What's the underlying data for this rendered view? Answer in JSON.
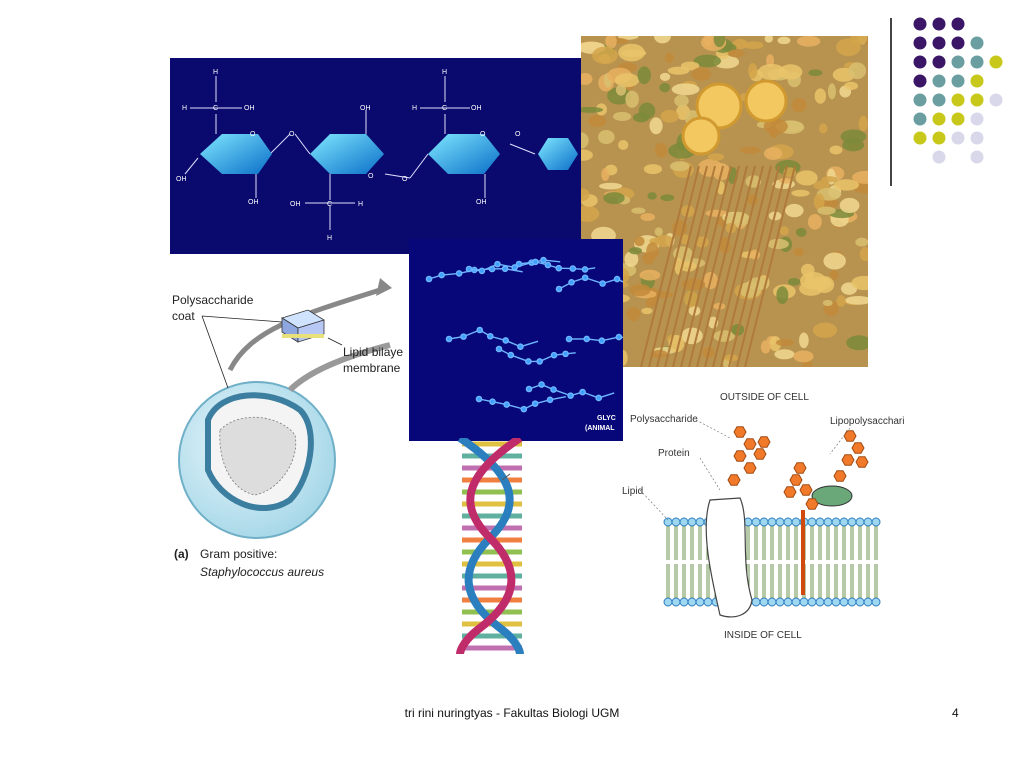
{
  "slide": {
    "footer_text": "tri rini nuringtyas - Fakultas Biologi UGM",
    "page_number": "4"
  },
  "colors": {
    "dot_purple": "#3b1667",
    "dot_teal": "#6a9ea0",
    "dot_yellow": "#c8c81a",
    "dot_lavender": "#d8d8ea"
  },
  "chem_panel": {
    "atom_h": "H",
    "atom_c": "C",
    "atom_o": "O",
    "group_oh": "OH"
  },
  "glyco_panel": {
    "label_line1": "GLYC",
    "label_line2": "(ANIMAL"
  },
  "gram_panel": {
    "coat_label_1": "Polysaccharide",
    "coat_label_2": "coat",
    "membrane_label_1": "Lipid bilaye",
    "membrane_label_2": "membrane",
    "figure_tag": "(a)",
    "caption_1": "Gram positive:",
    "caption_2": "Staphylococcus aureus"
  },
  "membrane_panel": {
    "outside_label": "OUTSIDE OF CELL",
    "polysaccharide_label": "Polysaccharide",
    "lipopolysaccharide_label": "Lipopolysacchari",
    "protein_label": "Protein",
    "lipid_label": "Lipid",
    "inside_label": "INSIDE OF CELL"
  }
}
